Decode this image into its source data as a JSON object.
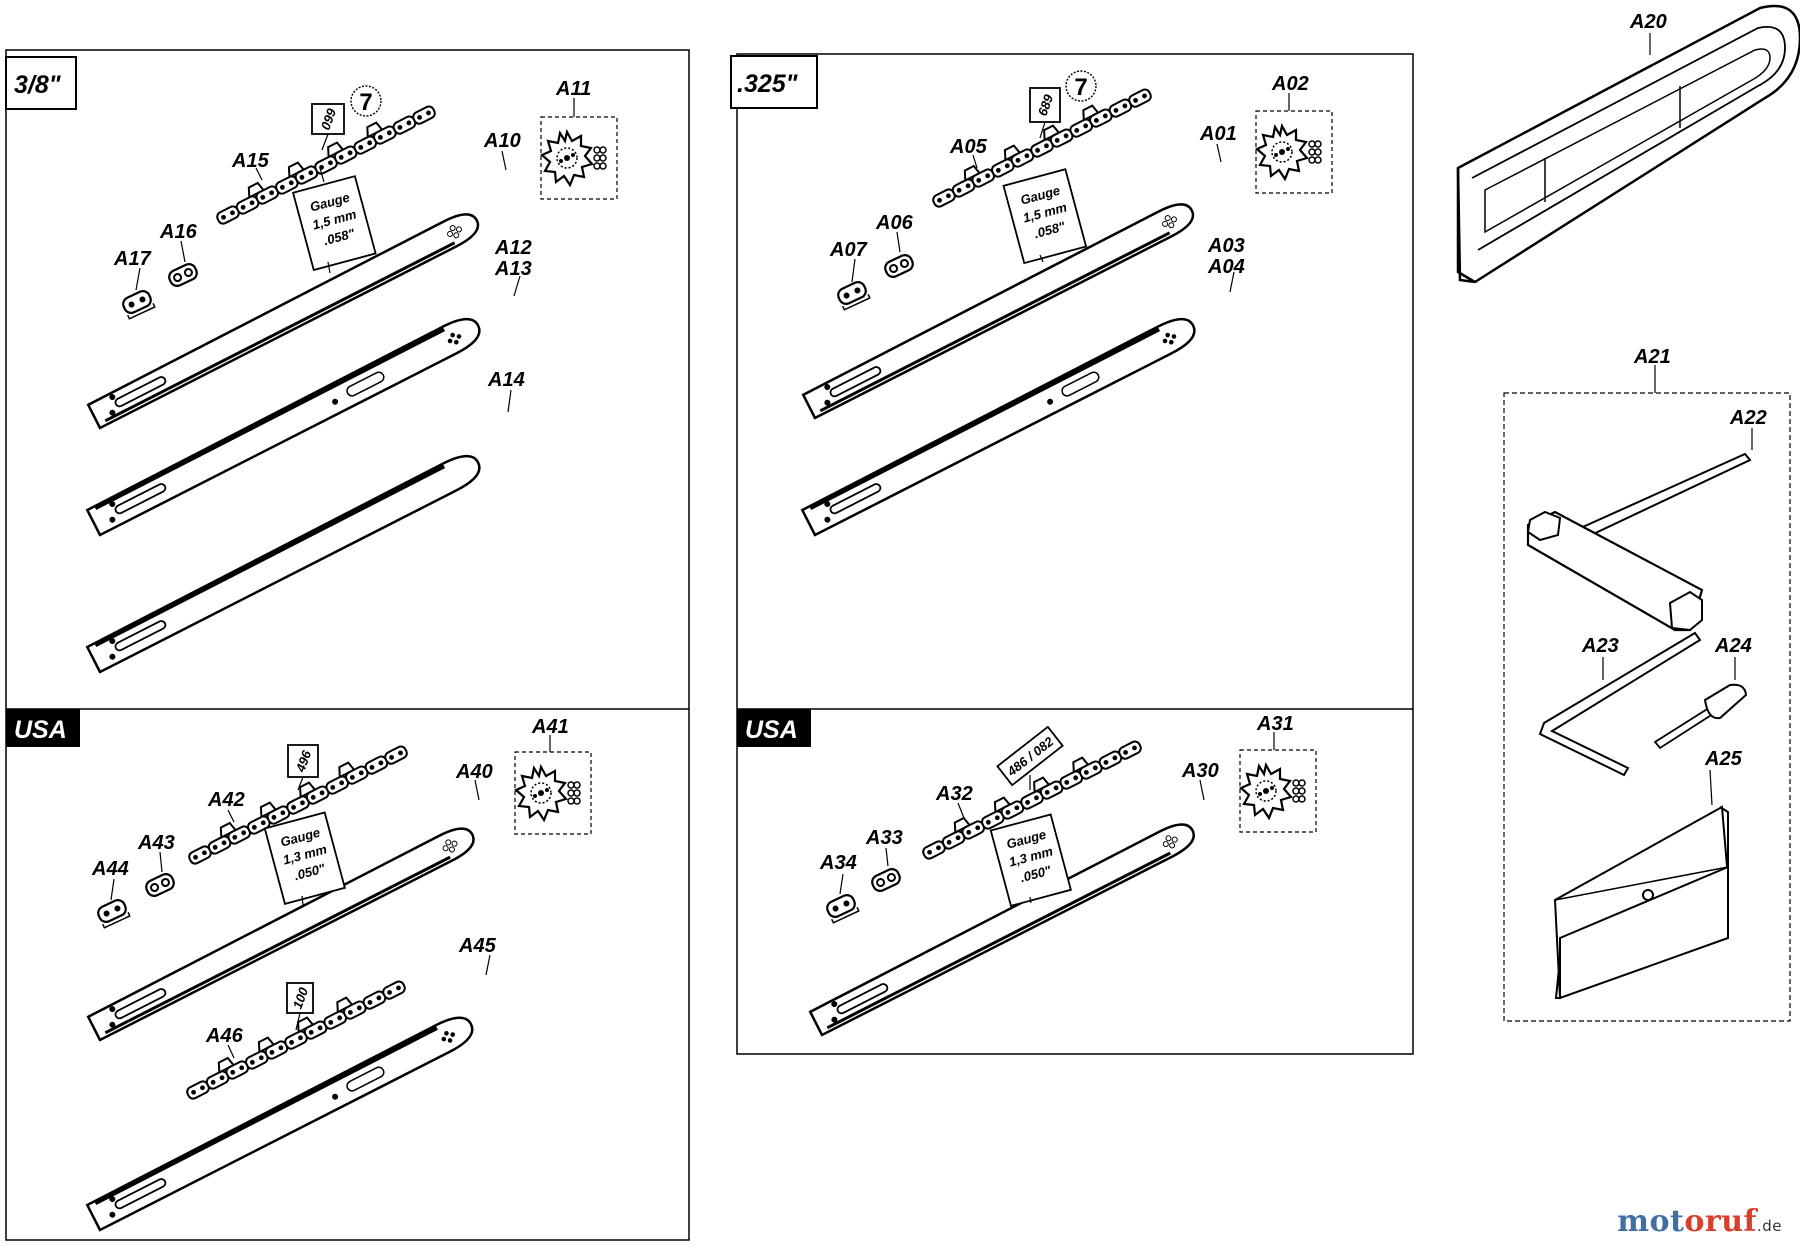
{
  "panels": {
    "p1_header": "3/8\"",
    "p2_header": ".325\"",
    "p3_header": "USA",
    "p4_header": "USA"
  },
  "chain_codes": {
    "p1": "099",
    "p2": "689",
    "p3": "496",
    "p4": "486 / 082",
    "p5": "100"
  },
  "chain_badge": "7",
  "gauge": {
    "p1": [
      "Gauge",
      "1,5 mm",
      ".058\""
    ],
    "p2": [
      "Gauge",
      "1,5 mm",
      ".058\""
    ],
    "p3": [
      "Gauge",
      "1,3 mm",
      ".050\""
    ],
    "p4": [
      "Gauge",
      "1,3 mm",
      ".050\""
    ]
  },
  "parts": {
    "A01": "A01",
    "A02": "A02",
    "A03": "A03",
    "A04": "A04",
    "A05": "A05",
    "A06": "A06",
    "A07": "A07",
    "A10": "A10",
    "A11": "A11",
    "A12": "A12",
    "A13": "A13",
    "A14": "A14",
    "A15": "A15",
    "A16": "A16",
    "A17": "A17",
    "A20": "A20",
    "A21": "A21",
    "A22": "A22",
    "A23": "A23",
    "A24": "A24",
    "A25": "A25",
    "A30": "A30",
    "A31": "A31",
    "A32": "A32",
    "A33": "A33",
    "A34": "A34",
    "A40": "A40",
    "A41": "A41",
    "A42": "A42",
    "A43": "A43",
    "A44": "A44",
    "A45": "A45",
    "A46": "A46"
  },
  "watermark": {
    "part1": "mot",
    "part2": "oruf",
    "suffix": ".de"
  }
}
